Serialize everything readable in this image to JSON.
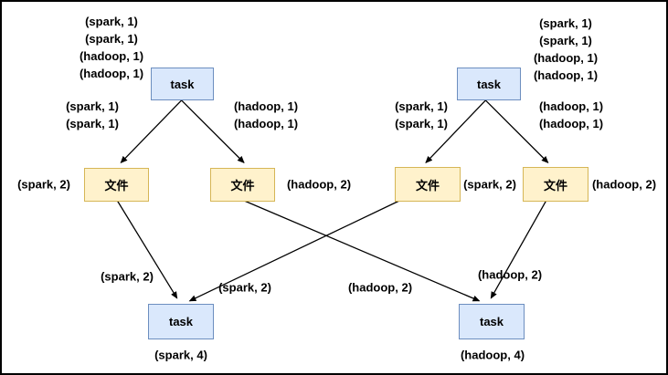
{
  "diagram": {
    "nodes": {
      "taskTopLeft": "task",
      "taskTopRight": "task",
      "file1": "文件",
      "file2": "文件",
      "file3": "文件",
      "file4": "文件",
      "taskBottomLeft": "task",
      "taskBottomRight": "task"
    },
    "inputStacks": {
      "topLeft": [
        "(spark, 1)",
        "(spark, 1)",
        "(hadoop, 1)",
        "(hadoop, 1)"
      ],
      "topRight": [
        "(spark, 1)",
        "(spark, 1)",
        "(hadoop, 1)",
        "(hadoop, 1)"
      ]
    },
    "edgeLabels": {
      "taskTopLeftToFile1": [
        "(spark, 1)",
        "(spark, 1)"
      ],
      "taskTopLeftToFile2": [
        "(hadoop, 1)",
        "(hadoop, 1)"
      ],
      "taskTopRightToFile3": [
        "(spark, 1)",
        "(spark, 1)"
      ],
      "taskTopRightToFile4": [
        "(hadoop, 1)",
        "(hadoop, 1)"
      ],
      "file1ToTaskBottomLeft": "(spark, 2)",
      "file3ToTaskBottomLeft": "(spark, 2)",
      "file2ToTaskBottomRight": "(hadoop, 2)",
      "file4ToTaskBottomRight": "(hadoop, 2)"
    },
    "fileSideLabels": {
      "file1": "(spark, 2)",
      "file2": "(hadoop, 2)",
      "file3": "(spark, 2)",
      "file4": "(hadoop, 2)"
    },
    "resultLabels": {
      "left": "(spark, 4)",
      "right": "(hadoop, 4)"
    },
    "colors": {
      "taskFill": "#dae8fc",
      "taskBorder": "#6c8ebf",
      "fileFill": "#fff2cc",
      "fileBorder": "#d6b656",
      "arrow": "#000000",
      "frame": "#000000"
    }
  }
}
